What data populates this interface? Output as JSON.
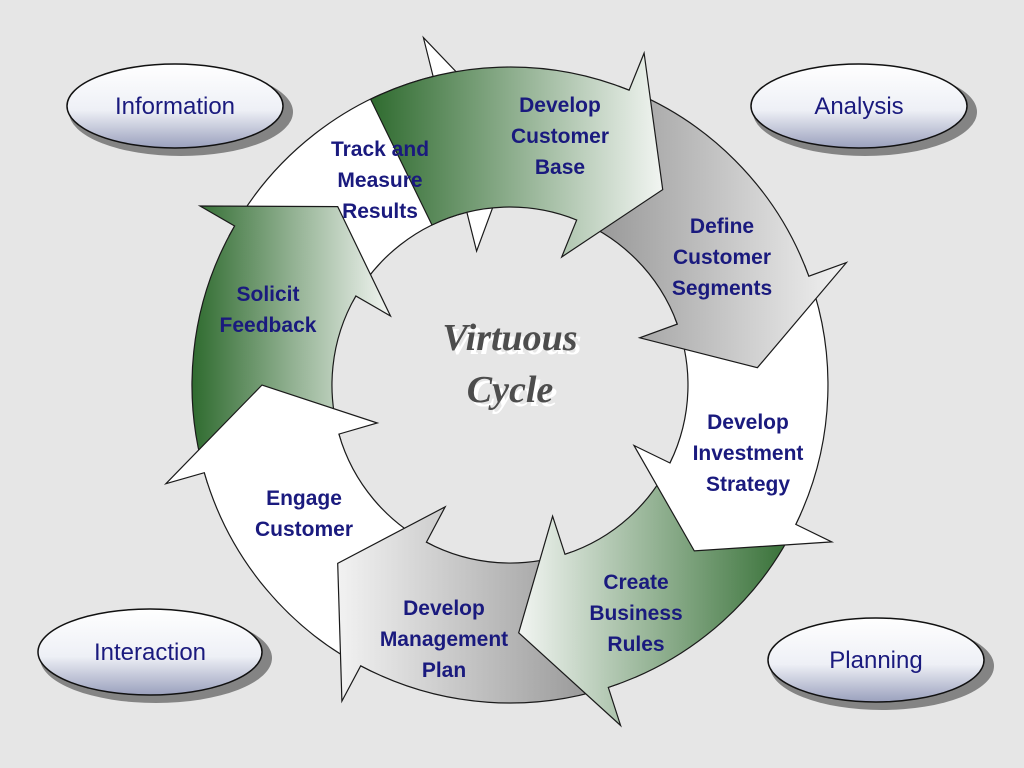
{
  "center": {
    "line1": "Virtuous",
    "line2": "Cycle"
  },
  "steps": [
    {
      "lines": [
        "Develop",
        "Customer",
        "Base"
      ]
    },
    {
      "lines": [
        "Define",
        "Customer",
        "Segments"
      ]
    },
    {
      "lines": [
        "Develop",
        "Investment",
        "Strategy"
      ]
    },
    {
      "lines": [
        "Create",
        "Business",
        "Rules"
      ]
    },
    {
      "lines": [
        "Develop",
        "Management",
        "Plan"
      ]
    },
    {
      "lines": [
        "Engage",
        "Customer"
      ]
    },
    {
      "lines": [
        "Solicit",
        "Feedback"
      ]
    },
    {
      "lines": [
        "Track and",
        "Measure",
        "Results"
      ]
    }
  ],
  "corners": {
    "top_left": "Information",
    "top_right": "Analysis",
    "bottom_left": "Interaction",
    "bottom_right": "Planning"
  },
  "colors": {
    "background": "#e6e6e6",
    "text": "#1a1a7e",
    "green": "#2f6b2f",
    "grey": "#8f8f8f"
  }
}
